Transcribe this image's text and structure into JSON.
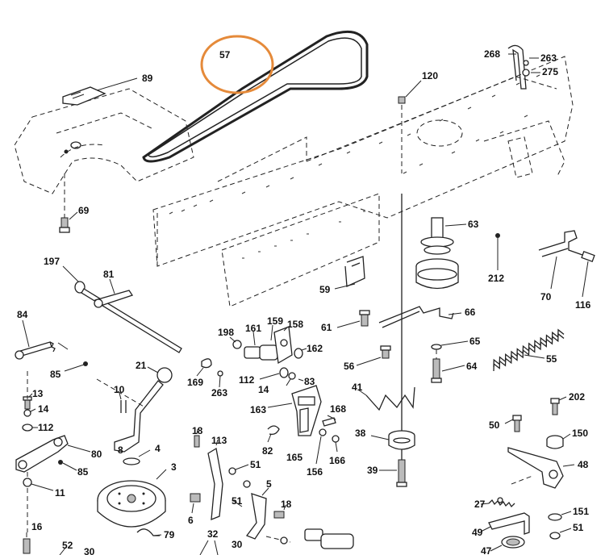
{
  "highlight_color": "#e58a3a",
  "callouts": {
    "c57": "57",
    "c89": "89",
    "c69": "69",
    "c268": "268",
    "c263": "263",
    "c275": "275",
    "c120": "120",
    "c63": "63",
    "c212": "212",
    "c70": "70",
    "c116": "116",
    "c197": "197",
    "c81": "81",
    "c59": "59",
    "c66": "66",
    "c61": "61",
    "c65": "65",
    "c64": "64",
    "c55": "55",
    "c56": "56",
    "c84": "84",
    "c85a": "85",
    "c198": "198",
    "c161": "161",
    "c159": "159",
    "c158": "158",
    "c162": "162",
    "c21": "21",
    "c169": "169",
    "c263b": "263",
    "c112a": "112",
    "c14a": "14",
    "c83": "83",
    "c41": "41",
    "c163": "163",
    "c168": "168",
    "c202": "202",
    "c13": "13",
    "c14b": "14",
    "c112b": "112",
    "c10": "10",
    "c8": "8",
    "c80": "80",
    "c85b": "85",
    "c11": "11",
    "c4": "4",
    "c3": "3",
    "c18a": "18",
    "c113": "113",
    "c51a": "51",
    "c82": "82",
    "c165": "165",
    "c156": "156",
    "c166": "166",
    "c38": "38",
    "c39": "39",
    "c50": "50",
    "c150": "150",
    "c48": "48",
    "c27": "27",
    "c151": "151",
    "c49": "49",
    "c51b": "51",
    "c47": "47",
    "c6": "6",
    "c51c": "51",
    "c5": "5",
    "c18b": "18",
    "c16": "16",
    "c52": "52",
    "c30a": "30",
    "c32": "32",
    "c30b": "30",
    "c79": "79"
  }
}
